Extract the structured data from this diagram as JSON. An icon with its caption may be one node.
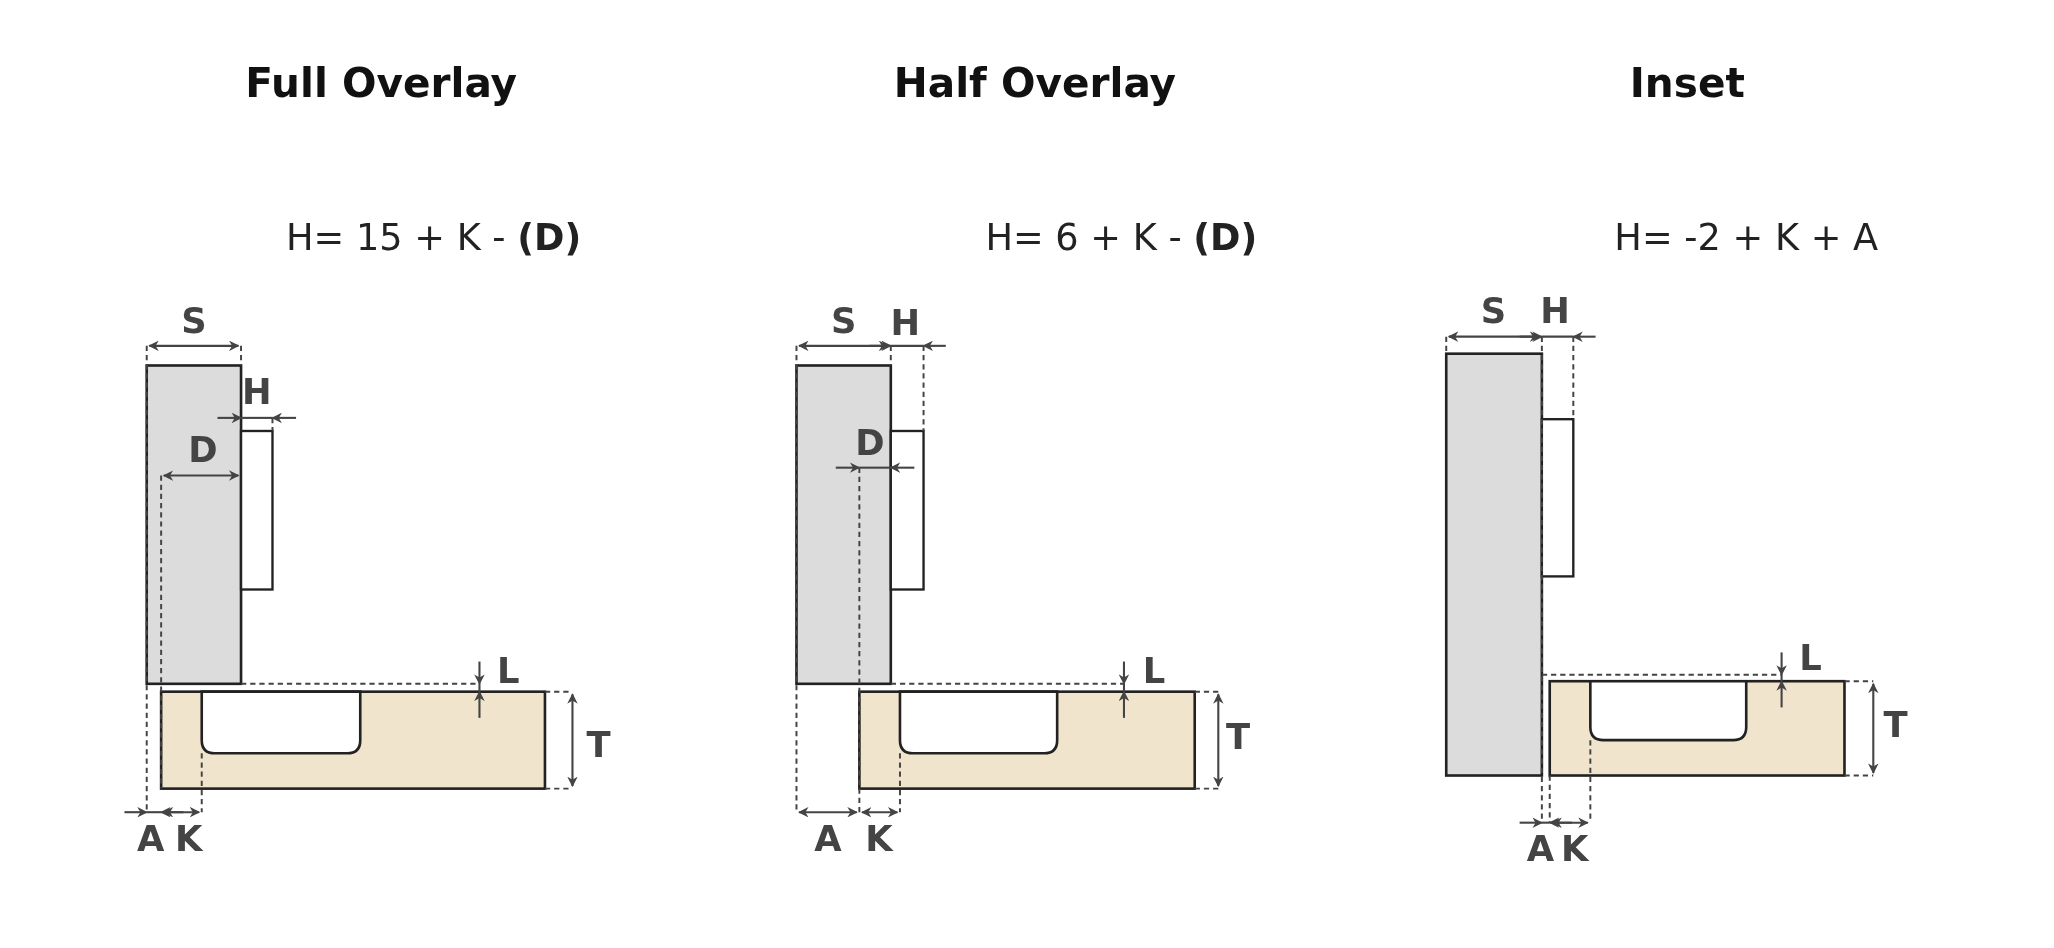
{
  "diagram": {
    "labels": [
      "Full Overlay",
      "Half Overlay",
      "Inset",
      "H= 15 + K - **(D)**",
      "H= 6 + K - **(D)**",
      "H= -2 + K + A",
      "S",
      "H",
      "D",
      "L",
      "T",
      "A",
      "K",
      "S",
      "H",
      "D",
      "L",
      "T",
      "A",
      "K",
      "S",
      "H",
      "L",
      "T",
      "A",
      "K"
    ]
  }
}
